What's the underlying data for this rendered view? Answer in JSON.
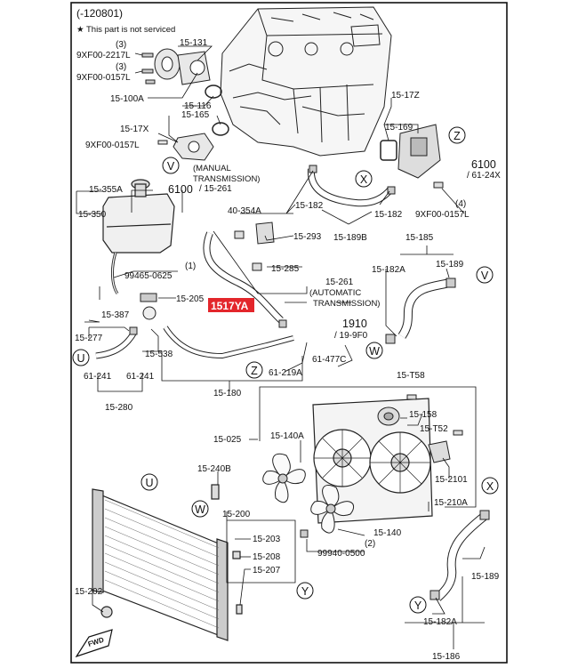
{
  "header": {
    "range": "(-120801)",
    "note": "★ This part is not serviced"
  },
  "highlight": {
    "part": "1517YA",
    "color": "#e3262b"
  },
  "circle_refs": {
    "z1": "Z",
    "x1": "X",
    "v1": "V",
    "u1": "U",
    "w1": "W",
    "z2": "Z",
    "v2": "V",
    "u2": "U",
    "w2": "W",
    "x2": "X",
    "y1": "Y",
    "y2": "Y"
  },
  "labels": {
    "l_15_131": "15-131",
    "l_3a": "(3)",
    "l_9xf_2217": "9XF00-2217L",
    "l_3b": "(3)",
    "l_9xf_0157a": "9XF00-0157L",
    "l_15_100a": "15-100A",
    "l_15_116": "15-116",
    "l_15_165": "15-165",
    "l_15_17x": "15-17X",
    "l_9xf_0157b": "9XF00-0157L",
    "l_manual1": "(MANUAL",
    "l_manual2": "TRANSMISSION)",
    "l_6100a": "6100",
    "l_15_261a": "/ 15-261",
    "l_15_355a": "15-355A",
    "l_15_350": "15-350",
    "l_40_354a": "40-354A",
    "l_15_293": "15-293",
    "l_15_182a": "15-182",
    "l_15_182b": "15-182",
    "l_15_189b": "15-189B",
    "l_15_17z": "15-17Z",
    "l_15_169": "15-169",
    "l_6100b": "6100",
    "l_61_24x": "/ 61-24X",
    "l_4": "(4)",
    "l_9xf_0157c": "9XF00-0157L",
    "l_15_185": "15-185",
    "l_15_182a_r": "15-182A",
    "l_15_189a": "15-189",
    "l_99465": "99465-0625",
    "l_1": "(1)",
    "l_15_205": "15-205",
    "l_15_285": "15-285",
    "l_15_261b": "15-261",
    "l_auto1": "(AUTOMATIC",
    "l_auto2": "TRANSMISSION)",
    "l_1910": "1910",
    "l_19_9f0": "/ 19-9F0",
    "l_15_387": "15-387",
    "l_15_277": "15-277",
    "l_15_538": "15-538",
    "l_61_477c": "61-477C",
    "l_61_219a": "61-219A",
    "l_61_241a": "61-241",
    "l_61_241b": "61-241",
    "l_15_180": "15-180",
    "l_15_280": "15-280",
    "l_15_t58": "15-T58",
    "l_15_158": "15-158",
    "l_15_t52": "15-T52",
    "l_15_025": "15-025",
    "l_15_140a": "15-140A",
    "l_15_2101": "15-2101",
    "l_15_210a": "15-210A",
    "l_2": "(2)",
    "l_15_140": "15-140",
    "l_99940": "99940-0500",
    "l_15_240b": "15-240B",
    "l_15_200": "15-200",
    "l_15_203": "15-203",
    "l_15_208": "15-208",
    "l_15_207": "15-207",
    "l_15_202": "15-202",
    "l_15_189c": "15-189",
    "l_15_182a_b": "15-182A",
    "l_15_186": "15-186",
    "l_fwd": "FWD"
  }
}
